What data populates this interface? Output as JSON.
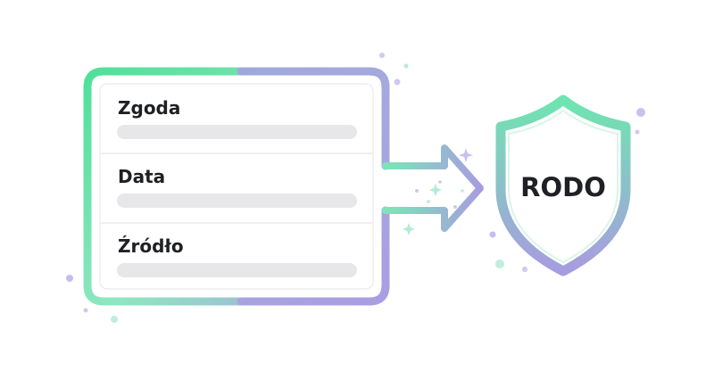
{
  "form": {
    "fields": [
      {
        "label": "Zgoda"
      },
      {
        "label": "Data"
      },
      {
        "label": "Źródło"
      }
    ]
  },
  "shield": {
    "label": "RODO"
  },
  "colors": {
    "green": "#5fe3a5",
    "green_dark": "#3fdc8e",
    "purple": "#a89ce0",
    "purple_soft": "#b9b0ea",
    "bar_fill": "#e7e7ea",
    "divider": "#ececee",
    "text": "#1f2024",
    "card_fill": "#ffffff"
  },
  "icons": {
    "arrow": "arrow-right-icon",
    "shield": "shield-icon",
    "sparkle": "sparkle-icon"
  }
}
